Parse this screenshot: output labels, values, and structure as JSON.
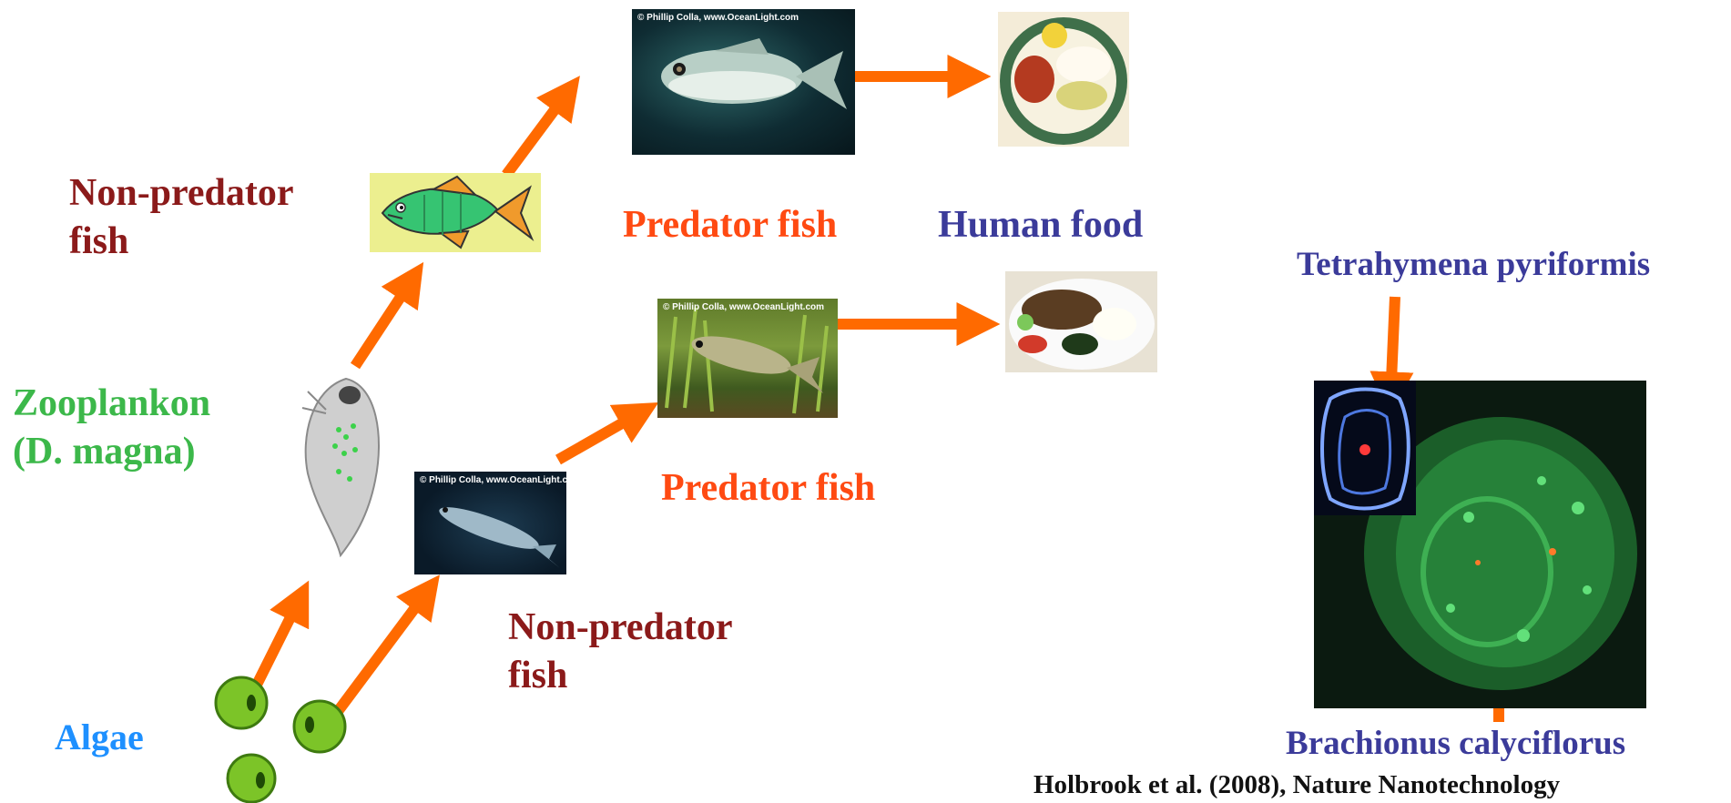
{
  "colors": {
    "arrow": "#FF6A00",
    "non_predator": "#8B1A1A",
    "predator": "#FF4A12",
    "human_food": "#3B3B9A",
    "zooplankton": "#3CB84A",
    "algae": "#1E90FF",
    "species": "#3B3B9A"
  },
  "labels": {
    "non_predator_fish_top": [
      "Non-predator",
      "fish"
    ],
    "predator_fish_top": "Predator fish",
    "human_food": "Human food",
    "zooplankton": [
      "Zooplankon",
      "(D. magna)"
    ],
    "predator_fish_mid": "Predator fish",
    "non_predator_fish_bottom": [
      "Non-predator",
      "fish"
    ],
    "algae": "Algae",
    "tetrahymena": "Tetrahymena pyriformis",
    "brachionus": "Brachionus calyciflorus",
    "citation": "Holbrook et al. (2008), Nature Nanotechnology"
  },
  "photo_credits": {
    "predator_fish_top": "© Phillip Colla, www.OceanLight.com",
    "predator_fish_mid": "© Phillip Colla, www.OceanLight.com",
    "non_predator_fish_bottom": "© Phillip Colla, www.OceanLight.com"
  },
  "icons": {
    "algae_cells": "algae-cell-icon",
    "cartoon_fish": "cartoon-fish-icon",
    "daphnia": "daphnia-icon",
    "plate": "food-plate-icon",
    "microscopy": "fluorescence-micrograph"
  }
}
